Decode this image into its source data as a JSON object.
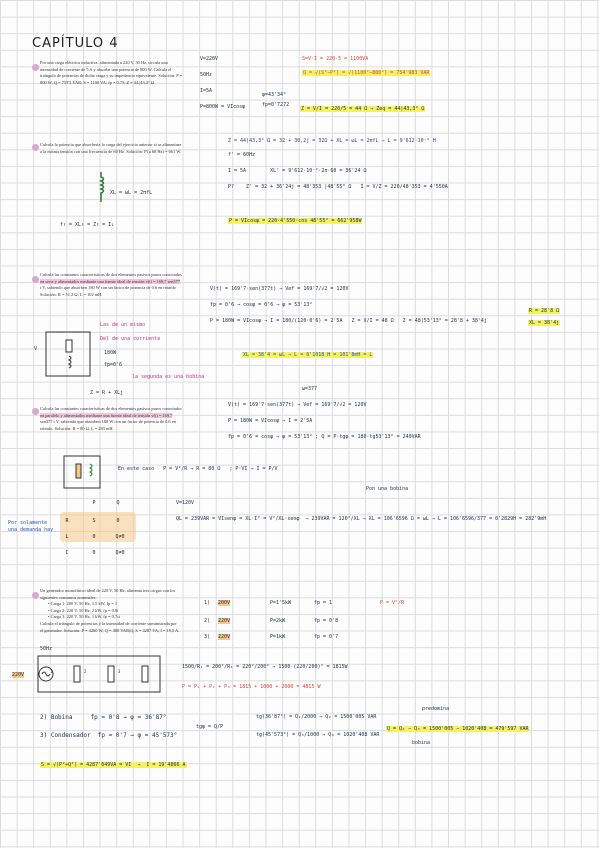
{
  "title": "CAPÍTULO 4",
  "p1": {
    "statement": [
      "Por una carga eléctrica inductiva, alimentada a 220 V, 50 Hz, circula una",
      "intensidad de corriente de 5 A y absorbe una potencia de 800 W. Calcula el",
      "triángulo de potencias de dicha carga y su impedancia equivalente. Solución: P =",
      "800 W; Q = 755'5 VAR; S = 1100 VA; fp = 0,73; Z = 44 |43,3° Ω"
    ],
    "l1": "V=220V",
    "l2": "50Hz",
    "l3": "I=5A",
    "l4": "P=800W = VIcosφ",
    "r1": "S=V·I = 220·5 = 1100VA",
    "r2": "Q = √(S²−P²) = √(1100²−800²) = 754'983 VAR",
    "r3a": "φ=43'34°",
    "r3b": "fp=0'7272",
    "r4": "Z = V/I = 220/5 = 44 Ω → Zeq = 44|43,3° Ω"
  },
  "p2": {
    "statement": [
      "Calcula la potencia que absorbería la carga del ejercicio anterior si se alimentase",
      "a la misma tensión con una frecuencia de 60 Hz. Solución: P'(a 60 Hz) = 661 W."
    ],
    "r1": "Z = 44|43,3° Ω = 32 + 30,2j = 32Ω + XL = ωL = 2πfL → L = 9'612·10⁻² H",
    "r2": "f' = 60Hz",
    "r3": "I = 5A        XL' = 9'612·10⁻²·2π·60 = 36'24 Ω",
    "r4": "P?    Z' = 32 + 36'24j = 48'353 |48'55° Ω   I = V/Z = 220/48'353 = 4'550A",
    "left1": "XL = ωL = 2πfL",
    "left2": "f↑ = XL↑ = Z↑ = I↓",
    "result": "P = VIcosφ = 220·4'550·cos 48'55° = 662'958W"
  },
  "p3": {
    "statement": [
      "Calcula las constantes características de dos elementos pasivos puros conectados",
      "en serie y alimentados mediante una fuente ideal de tensión v(t) = 169,7 sen377",
      "t V, sabiendo que absorben 180 W con un factor de potencia de 0,6 en retardo",
      "Solución: R = 51,2 Ω; L = 102 mH."
    ],
    "r1": "V(t) = 169'7·sen(377t) → Vef = 169'7/√2 = 120V",
    "r2": "fp = 0'6 → cosφ = 0'6 → φ = 53'13°",
    "r3": "P = 180W = VIcosφ → I = 180/(120·0'6) = 2'5A   Z = V/I = 48 Ω   Z = 48|53'13° = 28'8 + 38'4j",
    "r4": "XL = 38'4 = ωL → L = 0'1018 H = 101'8mH = L",
    "side1": "R = 28'8 Ω",
    "side2": "XL = 38'4j",
    "note1": "Las de un mismo",
    "note2": "Del de una corriente",
    "lab1": "180W",
    "lab2": "fp=0'6",
    "note3": "la segunda es una bobina",
    "lab3": "Z = R + XLj",
    "src": "V"
  },
  "p4": {
    "statement": [
      "Calcula las constantes características de dos elementos pasivos puros conectados",
      "en paralelo y alimentados mediante una fuente ideal de tensión v(t) = 169,7",
      "sen377 t V, sabiendo que absorben 180 W con un factor de potencia de 0,6 en",
      "retardo. Solución: R = 80 Ω, L = 283 mH."
    ],
    "rtop": "ω=377",
    "r1": "V(t) = 169'7·sen(377t) → Vef = 169'7/√2 = 120V",
    "r2": "P = 180W = VIcosφ → I = 2'5A",
    "r3": "fp = 0'6 = cosφ → φ = 53'13° ; Q = P·tgφ = 180·tg53'13° = 240VAR",
    "mid": "En este caso   P = V²/R → R = 80 Ω   ; P·VI → I = P/V",
    "note": "Pon una bobina",
    "pq": [
      "P",
      "Q"
    ],
    "rows": [
      [
        "R",
        "S",
        "0"
      ],
      [
        "L",
        "0",
        "Q≠0"
      ],
      [
        "C",
        "0",
        "Q≠0"
      ]
    ],
    "left": "Por solamente una demanda hay",
    "v": "V=120V",
    "r4": "QL = 239VAR = VIsenφ = XL·I² = V²/XL·senφ  → 239VAR = 120²/XL → XL = 106'6596 Ω = ωL → L = 106'6596/377 = 0'2829H = 282'9mH"
  },
  "p5": {
    "statement": [
      "Un generador monofásico ideal de 220 V, 50 Hz, alimenta tres cargas con los",
      "siguientes consumos nominales:",
      "Carga 1: 200 V, 50 Hz, 1,5 kW, fp = 1",
      "Carga 2: 220 V, 50 Hz, 2 kW, fp = 0,8i",
      "Carga 3: 220 V, 50 Hz, 1 kW, fp = 0,7ci",
      "Calcula el triángulo de potencias y la intensidad de corriente suministrada por",
      "el generador. Solución: P = 4260 W; Q = 480 VAR(i); S = 4287 VA; I = 19,5 A."
    ],
    "loads": [
      {
        "n": "1)",
        "v": "200V",
        "p": "P=1'5kW",
        "fp": "fp = 1"
      },
      {
        "n": "2)",
        "v": "220V",
        "p": "P=2kW",
        "fp": "fp = 0'8"
      },
      {
        "n": "3)",
        "v": "220V",
        "p": "P=1kW",
        "fp": "fp = 0'7"
      }
    ],
    "formula": "P = V²/R",
    "gen": "220V",
    "freq": "50Hz",
    "circ": [
      "1",
      "2",
      "3"
    ],
    "r1": "1500/R₁ = 200²/R₁ = 220²/200² → 1500·(220/200)² = 1815W",
    "r2": "P = P₁ + P₂ + P₃ = 1815 + 1000 + 2000 = 4815 W",
    "b1": "2) Bobina     fp = 0'8 → φ = 36'87°",
    "b2": "3) Condensador  fp = 0'7 → φ = 45'573°",
    "tg": "tgφ = Q/P",
    "b3": "tg(36'87°) = Q₂/2000 → Q₂ = 1500'005 VAR",
    "b4": "tg(45'573°) = Q₃/1000 → Q₃ = 1020'408 VAR",
    "b5": "Q = Q₂ − Q₃ = 1500'005 − 1020'408 = 479'597 VAR",
    "b6": "bobina",
    "b7": "predomina",
    "final": "S = √(P²+Q²) = 4287'049VA = VI  →  I = 19'4866 A"
  }
}
